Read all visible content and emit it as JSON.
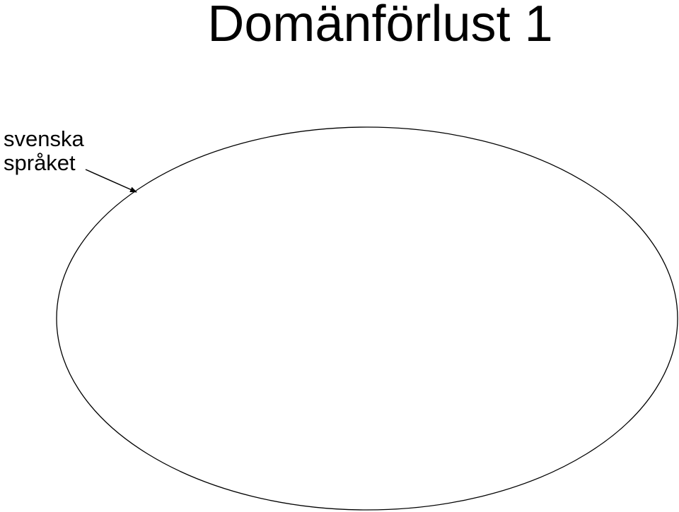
{
  "slide": {
    "title": "Domänförlust 1"
  },
  "callout": {
    "line1": "svenska",
    "line2": "språket"
  },
  "colors": {
    "background": "#ffffff",
    "stroke": "#000000",
    "text": "#000000"
  }
}
